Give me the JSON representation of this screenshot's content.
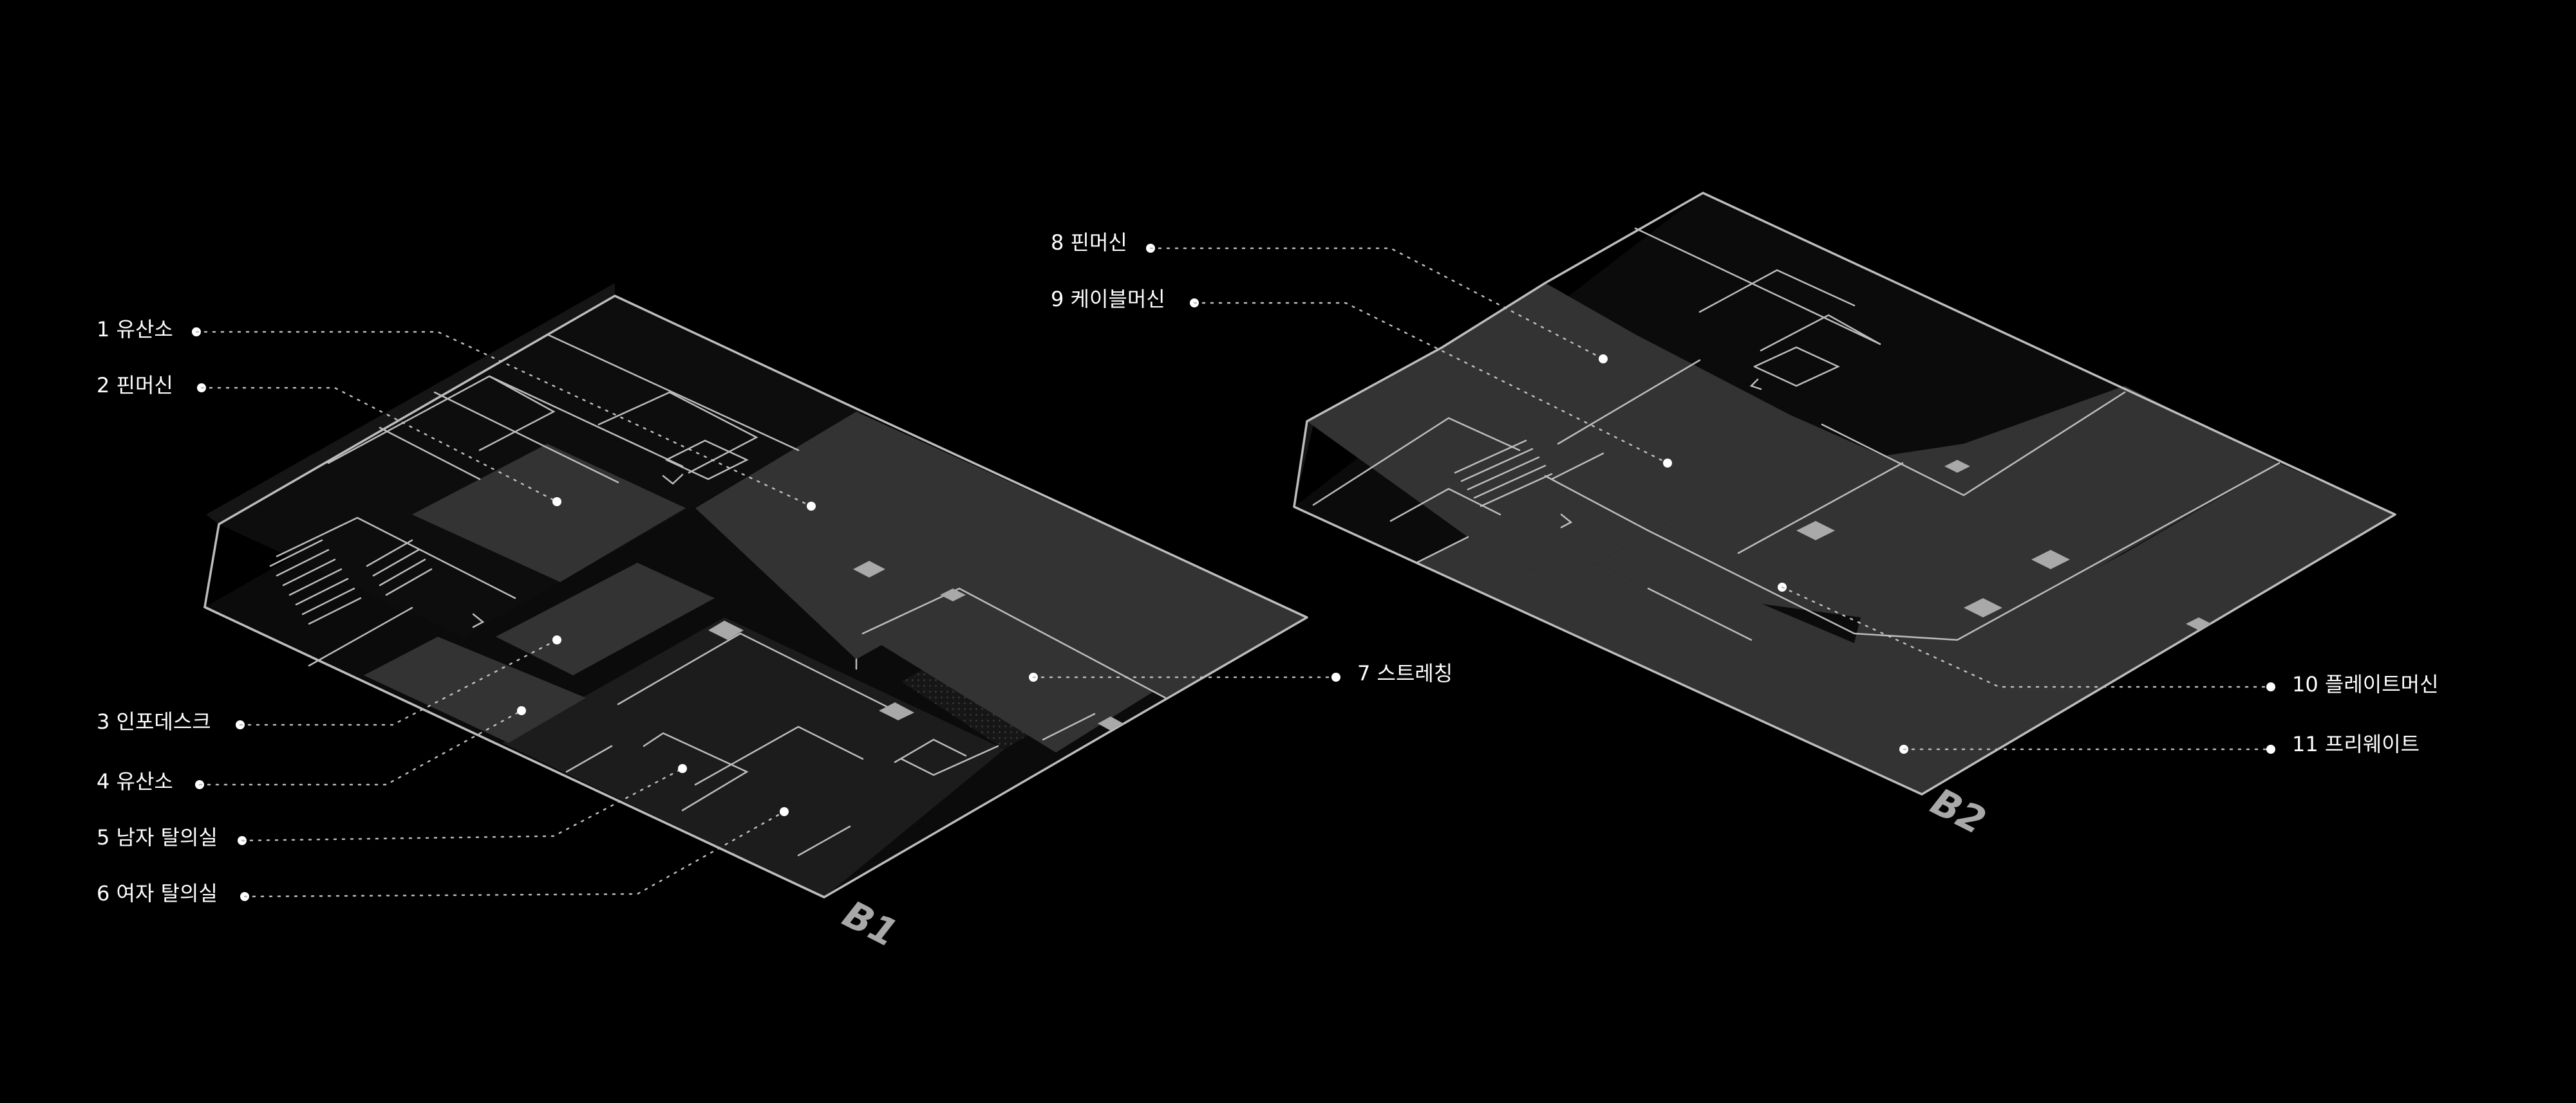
{
  "floors": {
    "b1": "B1",
    "b2": "B2"
  },
  "labels": [
    {
      "id": "1",
      "text": "1 유산소"
    },
    {
      "id": "2",
      "text": "2 핀머신"
    },
    {
      "id": "3",
      "text": "3 인포데스크"
    },
    {
      "id": "4",
      "text": "4 유산소"
    },
    {
      "id": "5",
      "text": "5 남자 탈의실"
    },
    {
      "id": "6",
      "text": "6 여자 탈의실"
    },
    {
      "id": "7",
      "text": "7 스트레칭"
    },
    {
      "id": "8",
      "text": "8 핀머신"
    },
    {
      "id": "9",
      "text": "9 케이블머신"
    },
    {
      "id": "10",
      "text": "10 플레이트머신"
    },
    {
      "id": "11",
      "text": "11 프리웨이트"
    }
  ]
}
